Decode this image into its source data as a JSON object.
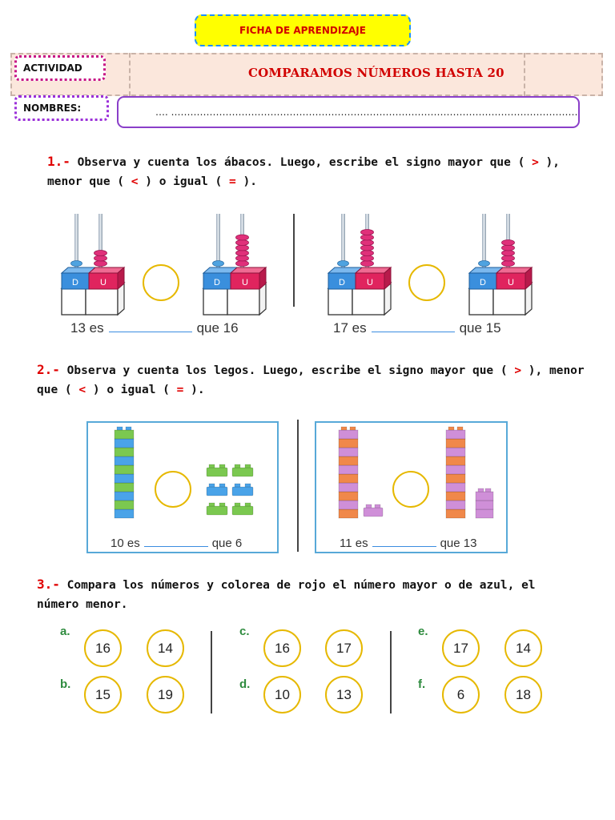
{
  "header": {
    "ficha": "FICHA DE APRENDIZAJE",
    "actividad_label": "ACTIVIDAD",
    "title": "COMPARAMOS NÚMEROS HASTA 20",
    "nombres_label": "NOMBRES:",
    "nombres_line": "…. .…………………………………………………………………………………………………………………………."
  },
  "section1": {
    "number": "1.-",
    "text_a": " Observa y cuenta los ábacos.  Luego, escribe el signo mayor que ( ",
    "sym_gt": ">",
    "text_b": " ),",
    "text_c": "menor que ( ",
    "sym_lt": "<",
    "text_d": " ) o igual   ( ",
    "sym_eq": "=",
    "text_e": " ).",
    "items": [
      {
        "left": "13 es",
        "right": "que 16",
        "tens": 1,
        "units": 3
      },
      {
        "left": "17 es",
        "right": "que 15",
        "tens": 1,
        "units": 7
      }
    ],
    "labels": {
      "d": "D",
      "u": "U"
    }
  },
  "section2": {
    "number": "2.-",
    "text_a": " Observa y cuenta los legos.  Luego, escribe el signo mayor que ( ",
    "sym_gt": ">",
    "text_b": " ), menor",
    "text_c": "que ( ",
    "sym_lt": "<",
    "text_d": " ) o igual  ( ",
    "sym_eq": "=",
    "text_e": " ).",
    "items": [
      {
        "left": "10 es",
        "right": "que 6"
      },
      {
        "left": "11 es",
        "right": "que 13"
      }
    ]
  },
  "section3": {
    "number": "3.-",
    "text_a": " Compara los números y colorea de rojo el número mayor o de azul, el",
    "text_b": "número menor.",
    "pairs": [
      {
        "letter": "a.",
        "n1": "16",
        "n2": "14"
      },
      {
        "letter": "b.",
        "n1": "15",
        "n2": "19"
      },
      {
        "letter": "c.",
        "n1": "16",
        "n2": "17"
      },
      {
        "letter": "d.",
        "n1": "10",
        "n2": "13"
      },
      {
        "letter": "e.",
        "n1": "17",
        "n2": "14"
      },
      {
        "letter": "f.",
        "n1": "6",
        "n2": "18"
      }
    ]
  },
  "colors": {
    "red": "#e00000",
    "blue_box": "#3a8fdd",
    "pink_box": "#e0245e",
    "green_letter": "#2e8b3e",
    "circle": "#e6b800"
  }
}
